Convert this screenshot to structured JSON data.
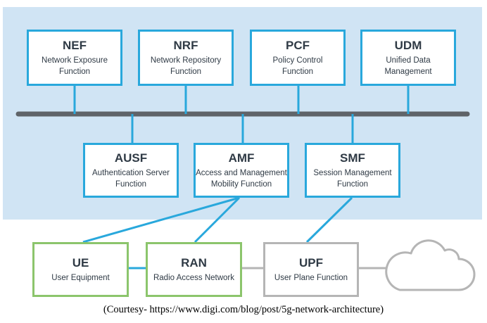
{
  "nodes": {
    "nef": {
      "abbr": "NEF",
      "desc": "Network Exposure\nFunction"
    },
    "nrf": {
      "abbr": "NRF",
      "desc": "Network Repository\nFunction"
    },
    "pcf": {
      "abbr": "PCF",
      "desc": "Policy Control\nFunction"
    },
    "udm": {
      "abbr": "UDM",
      "desc": "Unified Data\nManagement"
    },
    "ausf": {
      "abbr": "AUSF",
      "desc": "Authentication Server\nFunction"
    },
    "amf": {
      "abbr": "AMF",
      "desc": "Access and Management\nMobility Function"
    },
    "smf": {
      "abbr": "SMF",
      "desc": "Session Management\nFunction"
    },
    "ue": {
      "abbr": "UE",
      "desc": "User Equipment"
    },
    "ran": {
      "abbr": "RAN",
      "desc": "Radio Access Network"
    },
    "upf": {
      "abbr": "UPF",
      "desc": "User Plane Function"
    }
  },
  "colors": {
    "core_border": "#29a8dc",
    "access_border": "#8cc56c",
    "upf_border": "#b5b5b5",
    "bus": "#5f6368",
    "panel": "#d0e4f4"
  },
  "caption": "(Courtesy- https://www.digi.com/blog/post/5g-network-architecture)"
}
